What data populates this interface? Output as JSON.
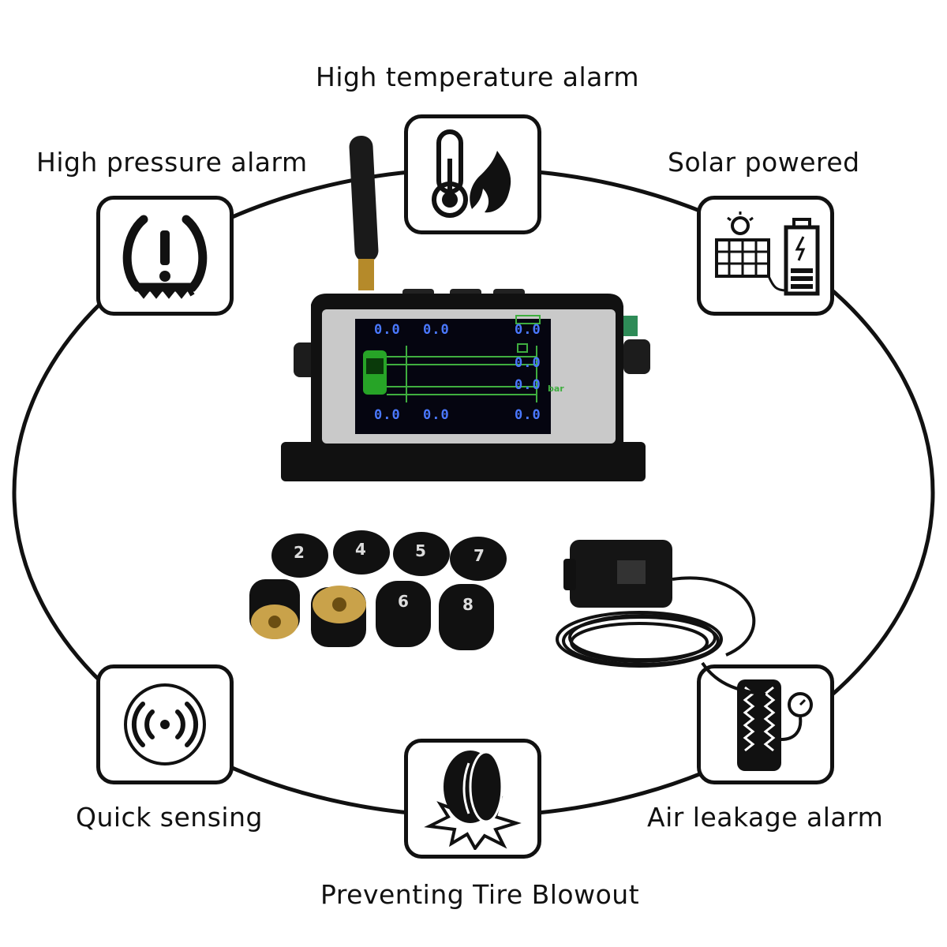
{
  "features": {
    "high_temperature": "High temperature alarm",
    "high_pressure": "High pressure alarm",
    "solar_powered": "Solar powered",
    "quick_sensing": "Quick sensing",
    "preventing_blowout": "Preventing Tire Blowout",
    "air_leakage": "Air leakage alarm"
  },
  "icons": {
    "high_temperature": "thermometer-flame-icon",
    "high_pressure": "tire-pressure-warning-icon",
    "solar_powered": "solar-panel-battery-icon",
    "quick_sensing": "wireless-signal-icon",
    "preventing_blowout": "tire-blowout-icon",
    "air_leakage": "tire-gauge-icon"
  },
  "display": {
    "readings": [
      "0.0",
      "0.0",
      "0.0",
      "0.0",
      "0.0",
      "0.0",
      "0.0",
      "0.0"
    ],
    "unit": "bar"
  },
  "sensors": {
    "numbers": [
      "2",
      "4",
      "5",
      "7",
      "6",
      "8"
    ]
  },
  "colors": {
    "lcd_digits": "#4a78ff",
    "lcd_lines": "#3fae3f",
    "brass": "#c9a24a"
  }
}
